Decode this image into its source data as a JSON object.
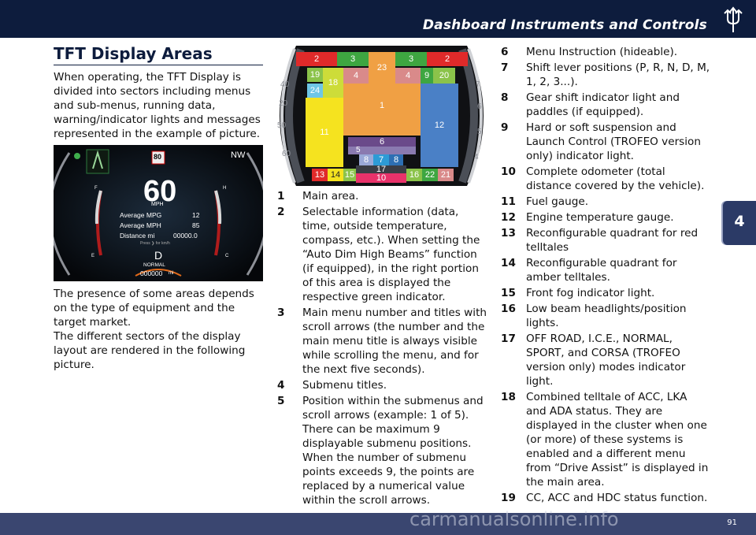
{
  "header": {
    "title": "Dashboard Instruments and Controls",
    "logo_icon": "trident-icon",
    "bar_color": "#0d1c3d"
  },
  "chapter_tab": {
    "number": "4"
  },
  "footer": {
    "page_number": "91",
    "watermark": "carmanualsonline.info"
  },
  "section": {
    "title": "TFT Display Areas",
    "intro": "When operating, the TFT Display is divided into sectors including menus and sub-menus, running data, warning/indicator lights and messages represented in the example of picture.",
    "para2": "The presence of some areas depends on the type of equipment and the target market.",
    "para3": "The different sectors of the display layout are rendered in the following picture."
  },
  "cluster_image": {
    "speed_limit": "80",
    "compass": "NW",
    "speed": "60",
    "speed_unit": "MPH",
    "rows": [
      {
        "label": "Average MPG",
        "value": "12"
      },
      {
        "label": "Average MPH",
        "value": "85"
      },
      {
        "label": "Distance mi",
        "value": "00000.0"
      }
    ],
    "press_hint": "Press ❯ for km/h",
    "gear": "D",
    "mode": "NORMAL",
    "odometer": "000000",
    "odometer_unit": "mi",
    "fuel_f": "F",
    "fuel_e": "E",
    "temp_h": "H",
    "temp_c": "C"
  },
  "layout_image": {
    "zones": {
      "z1": "1",
      "z2a": "2",
      "z2b": "2",
      "z3a": "3",
      "z3b": "3",
      "z4a": "4",
      "z4b": "4",
      "z5": "5",
      "z6": "6",
      "z7": "7",
      "z8a": "8",
      "z8b": "8",
      "z9": "9",
      "z10": "10",
      "z11": "11",
      "z12": "12",
      "z13": "13",
      "z14": "14",
      "z15": "15",
      "z16": "16",
      "z17": "17",
      "z18": "18",
      "z19": "19",
      "z20": "20",
      "z21": "21",
      "z22": "22",
      "z23": "23",
      "z24": "24"
    },
    "dial_left": [
      "40",
      "20",
      "50",
      "60"
    ],
    "dial_right": [
      "7",
      "6",
      "5",
      "4"
    ]
  },
  "list_middle": [
    {
      "num": "1",
      "text": "Main area."
    },
    {
      "num": "2",
      "text": "Selectable information (data, time, outside temperature, compass, etc.). When setting the “Auto Dim High Beams” function (if equipped), in the right portion of this area is displayed the respective green indicator."
    },
    {
      "num": "3",
      "text": "Main menu number and titles with scroll arrows (the number and the main menu title is always visible while scrolling the menu, and for the next five seconds)."
    },
    {
      "num": "4",
      "text": "Submenu titles."
    },
    {
      "num": "5",
      "text": "Position within the submenus and scroll arrows (example: 1 of 5). There can be maximum 9 displayable submenu positions. When the number of submenu points exceeds 9, the points are replaced by a numerical value within the scroll arrows."
    }
  ],
  "list_right": [
    {
      "num": "6",
      "text": "Menu Instruction (hideable)."
    },
    {
      "num": "7",
      "text": "Shift lever positions (P, R, N, D, M, 1, 2, 3...)."
    },
    {
      "num": "8",
      "text": "Gear shift indicator light and paddles (if equipped)."
    },
    {
      "num": "9",
      "text": "Hard or soft suspension and Launch Control (TROFEO version only) indicator light."
    },
    {
      "num": "10",
      "text": "Complete odometer (total distance covered by the vehicle)."
    },
    {
      "num": "11",
      "text": "Fuel gauge."
    },
    {
      "num": "12",
      "text": "Engine temperature gauge."
    },
    {
      "num": "13",
      "text": "Reconfigurable quadrant for red telltales"
    },
    {
      "num": "14",
      "text": "Reconfigurable quadrant for amber telltales."
    },
    {
      "num": "15",
      "text": "Front fog indicator light."
    },
    {
      "num": "16",
      "text": "Low beam headlights/position lights."
    },
    {
      "num": "17",
      "text": "OFF ROAD, I.C.E., NORMAL, SPORT, and CORSA (TROFEO version only) modes indicator light."
    },
    {
      "num": "18",
      "text": "Combined telltale of ACC, LKA and ADA status. They are displayed in the cluster when one (or more) of these systems is enabled and a different menu from “Drive Assist” is displayed in the main area."
    },
    {
      "num": "19",
      "text": "CC, ACC and HDC status function."
    }
  ]
}
